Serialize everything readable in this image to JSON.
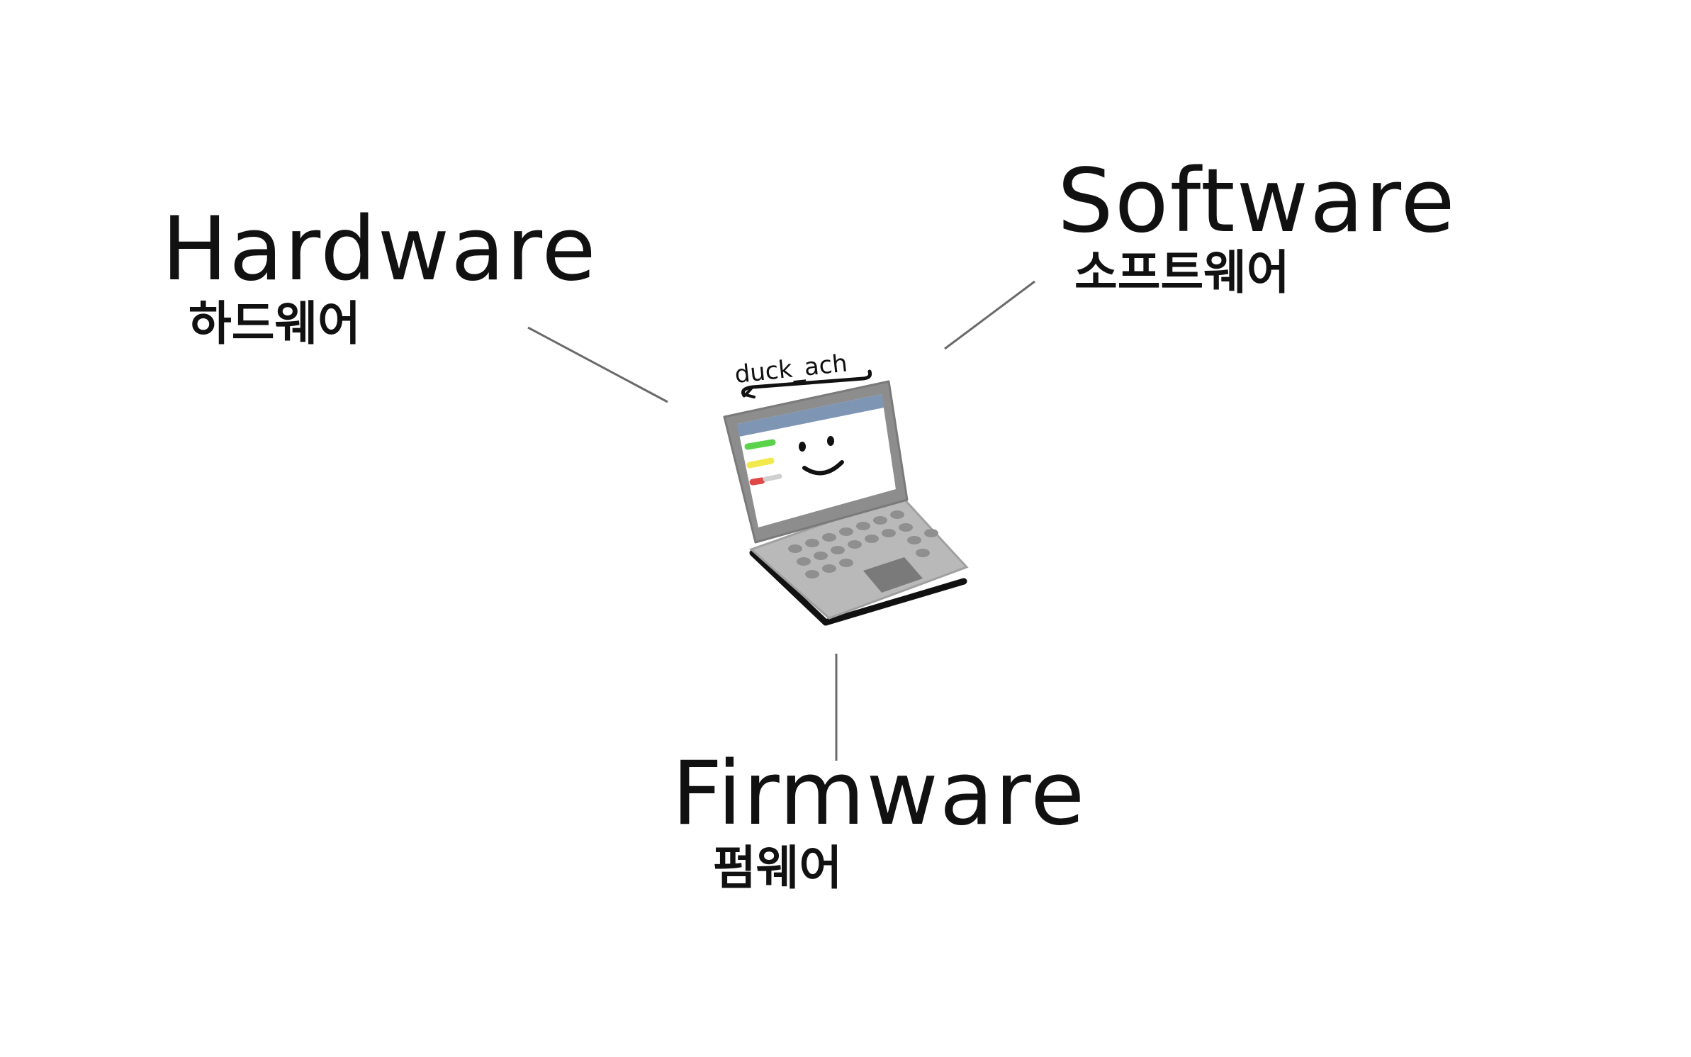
{
  "nodes": {
    "hardware": {
      "label": "Hardware",
      "label_ko": "하드웨어"
    },
    "software": {
      "label": "Software",
      "label_ko": "소프트웨어"
    },
    "firmware": {
      "label": "Firmware",
      "label_ko": "펌웨어"
    }
  },
  "center": {
    "icon": "laptop-icon",
    "signature": "duck_ach"
  },
  "colors": {
    "background": "#ffffff",
    "ink": "#111111",
    "connector": "#6a6a6a",
    "laptop_body": "#b9b9b9",
    "screen_titlebar": "#7f95b4",
    "indicator_green": "#5ad24a",
    "indicator_yellow": "#f2ea4c",
    "indicator_red": "#e04848"
  }
}
